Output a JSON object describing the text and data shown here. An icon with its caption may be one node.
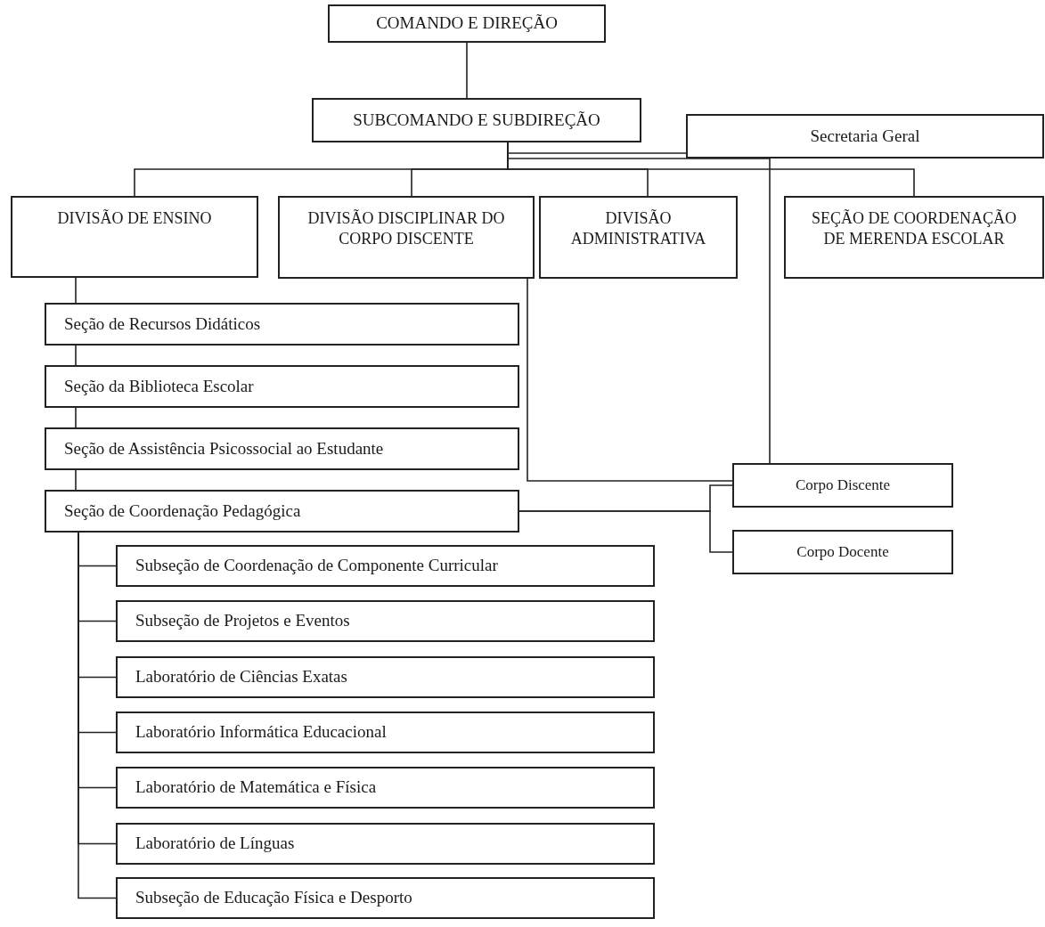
{
  "diagram": {
    "nodes": [
      {
        "text": [
          "COMANDO E DIREÇÃO"
        ]
      },
      {
        "text": [
          "SUBCOMANDO E SUBDIREÇÃO"
        ]
      },
      {
        "text": [
          "Secretaria Geral"
        ]
      },
      {
        "text": [
          "DIVISÃO DE ENSINO"
        ]
      },
      {
        "text": [
          "DIVISÃO DISCIPLINAR DO CORPO DISCENTE"
        ]
      },
      {
        "text": [
          "DIVISÃO ADMINISTRATIVA"
        ]
      },
      {
        "text": [
          "SEÇÃO DE COORDENAÇÃO DE MERENDA ESCOLAR"
        ]
      },
      {
        "text": [
          "Seção de Recursos Didáticos"
        ]
      },
      {
        "text": [
          "Seção da Biblioteca Escolar"
        ]
      },
      {
        "text": [
          "Seção de Assistência Psicossocial ao Estudante"
        ]
      },
      {
        "text": [
          "Seção de Coordenação Pedagógica"
        ]
      },
      {
        "text": [
          "Corpo Discente"
        ]
      },
      {
        "text": [
          "Corpo Docente"
        ]
      },
      {
        "text": [
          "Subseção de Coordenação de Componente Curricular"
        ]
      },
      {
        "text": [
          "Subseção de Projetos e Eventos"
        ]
      },
      {
        "text": [
          "Laboratório de Ciências Exatas"
        ]
      },
      {
        "text": [
          "Laboratório Informática Educacional"
        ]
      },
      {
        "text": [
          "Laboratório de Matemática e Física"
        ]
      },
      {
        "text": [
          "Laboratório de Línguas"
        ]
      },
      {
        "text": [
          "Subseção de Educação Física e Desporto"
        ]
      }
    ],
    "edges": [
      {
        "from": 0,
        "to": 1,
        "arrow": "none"
      },
      {
        "from": 1,
        "to": 2,
        "arrow": "none"
      },
      {
        "from": 1,
        "to": 3,
        "arrow": "none"
      },
      {
        "from": 1,
        "to": 4,
        "arrow": "none"
      },
      {
        "from": 1,
        "to": 5,
        "arrow": "none"
      },
      {
        "from": 1,
        "to": 6,
        "arrow": "none"
      },
      {
        "from": 1,
        "to": 11,
        "arrow": "none"
      },
      {
        "from": 4,
        "to": 11,
        "arrow": "none"
      },
      {
        "from": 3,
        "to": 7,
        "arrow": "none"
      },
      {
        "from": 7,
        "to": 8,
        "arrow": "none"
      },
      {
        "from": 8,
        "to": 9,
        "arrow": "none"
      },
      {
        "from": 9,
        "to": 10,
        "arrow": "none"
      },
      {
        "from": 10,
        "to": 11,
        "arrow": "none"
      },
      {
        "from": 10,
        "to": 12,
        "arrow": "none"
      },
      {
        "from": 10,
        "to": 13,
        "arrow": "none"
      },
      {
        "from": 10,
        "to": 14,
        "arrow": "none"
      },
      {
        "from": 10,
        "to": 15,
        "arrow": "none"
      },
      {
        "from": 10,
        "to": 16,
        "arrow": "none"
      },
      {
        "from": 10,
        "to": 17,
        "arrow": "none"
      },
      {
        "from": 10,
        "to": 18,
        "arrow": "none"
      },
      {
        "from": 10,
        "to": 19,
        "arrow": "none"
      }
    ]
  }
}
